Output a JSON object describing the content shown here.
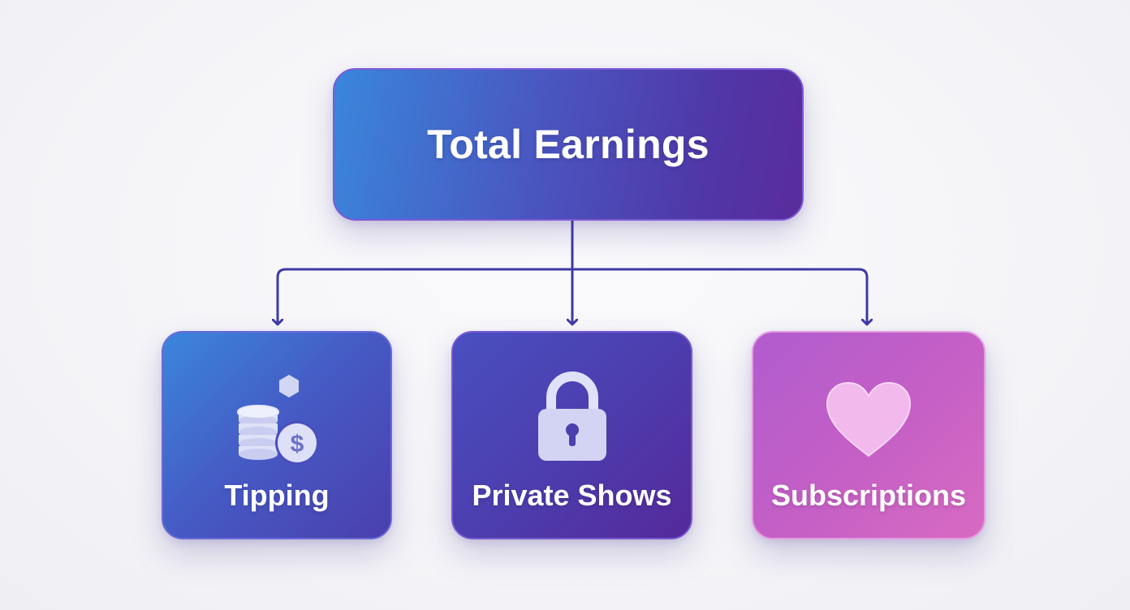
{
  "diagram": {
    "root": {
      "label": "Total Earnings"
    },
    "children": [
      {
        "label": "Tipping",
        "icon": "coins-icon"
      },
      {
        "label": "Private Shows",
        "icon": "lock-icon"
      },
      {
        "label": "Subscriptions",
        "icon": "heart-icon"
      }
    ]
  },
  "colors": {
    "connector": "#3f3aa6",
    "root_start": "#3a86dc",
    "root_end": "#5a2c9c",
    "subscriptions_accent": "#d86ac2"
  }
}
